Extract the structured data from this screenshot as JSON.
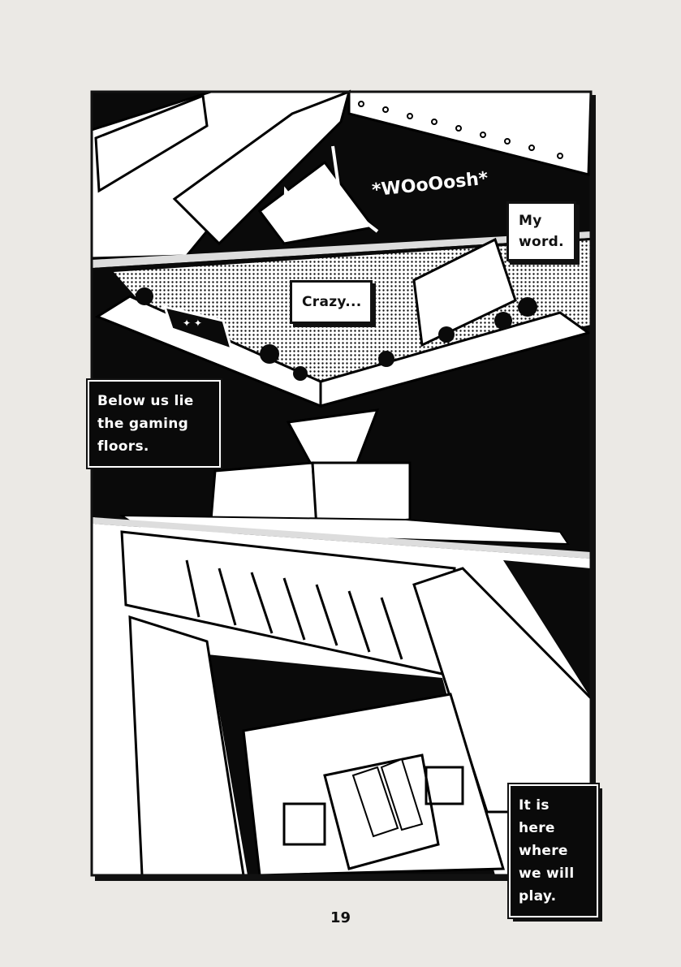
{
  "panels": [
    {
      "sound_effect": "*WOoOosh*",
      "speech": "My word."
    },
    {
      "speech": "Crazy...",
      "caption": "Below us lie the gaming floors."
    },
    {
      "caption": "It is here where we will play."
    }
  ],
  "page_number": "19",
  "colors": {
    "paper": "#ebe9e5",
    "ink": "#0a0a0a",
    "white": "#ffffff"
  }
}
